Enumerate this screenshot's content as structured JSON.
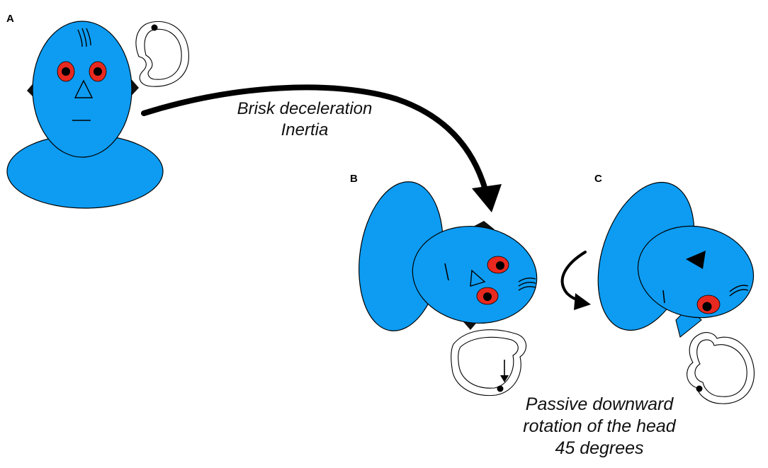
{
  "panels": {
    "a": {
      "label": "A"
    },
    "b": {
      "label": "B"
    },
    "c": {
      "label": "C"
    }
  },
  "captions": {
    "top_line1": "Brisk deceleration",
    "top_line2": "Inertia",
    "bottom_line1": "Passive downward",
    "bottom_line2": "rotation of the head",
    "bottom_line3": "45 degrees"
  },
  "colors": {
    "body": "#0d9cf2",
    "eye_ring": "#e8291f",
    "pupil": "#000000",
    "outline": "#000000",
    "arrow": "#000000"
  }
}
